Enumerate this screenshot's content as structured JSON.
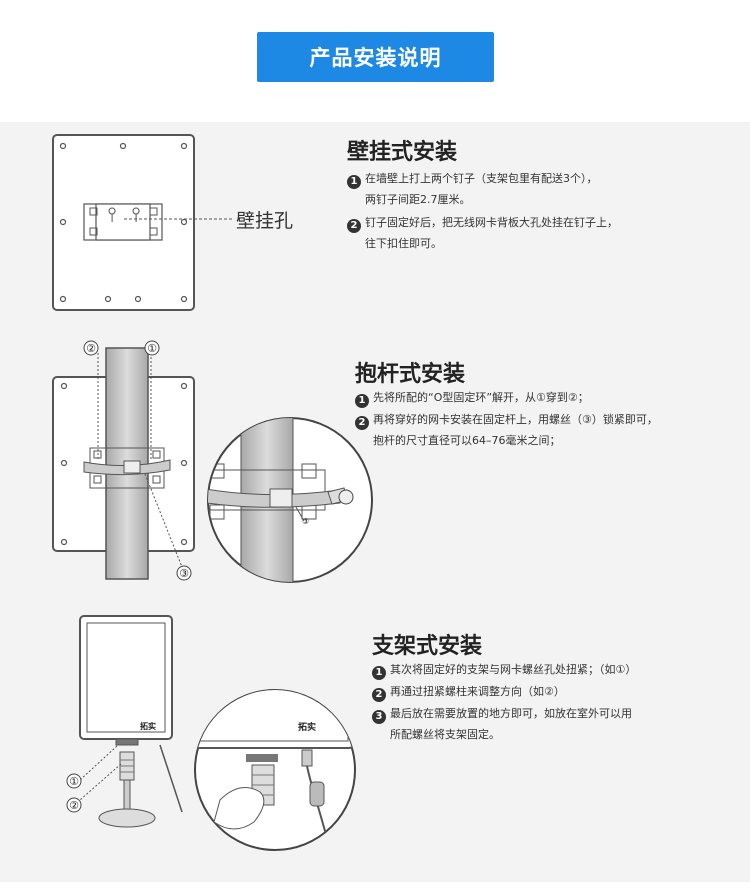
{
  "header": {
    "title": "产品安装说明"
  },
  "wall": {
    "title": "壁挂式安装",
    "hole_label": "壁挂孔",
    "steps": [
      {
        "num": "1",
        "line1": "在墙壁上打上两个钉子（支架包里有配送3个），",
        "line2": "两钉子间距2.7厘米。"
      },
      {
        "num": "2",
        "line1": "钉子固定好后，把无线网卡背板大孔处挂在钉子上，",
        "line2": "往下扣住即可。"
      }
    ]
  },
  "pole": {
    "title": "抱杆式安装",
    "markers": [
      "②",
      "①",
      "③"
    ],
    "detail_marker": "③",
    "steps": [
      {
        "num": "1",
        "line1": "先将所配的“O型固定环”解开，从①穿到②；",
        "line2": ""
      },
      {
        "num": "2",
        "line1": "再将穿好的网卡安装在固定杆上，用螺丝（③）锁紧即可，",
        "line2": "抱杆的尺寸直径可以64–76毫米之间；"
      }
    ]
  },
  "stand": {
    "title": "支架式安装",
    "brand": "拓实",
    "markers": [
      "①",
      "②"
    ],
    "steps": [
      {
        "num": "1",
        "line1": "其次将固定好的支架与网卡螺丝孔处扭紧；（如①）",
        "line2": ""
      },
      {
        "num": "2",
        "line1": "再通过扭紧螺柱来调整方向（如②）",
        "line2": ""
      },
      {
        "num": "3",
        "line1": "最后放在需要放置的地方即可，如放在室外可以用",
        "line2": "所配螺丝将支架固定。"
      }
    ]
  },
  "colors": {
    "accent": "#1e88e5",
    "panel": "#f3f3f3",
    "line": "#555555"
  }
}
